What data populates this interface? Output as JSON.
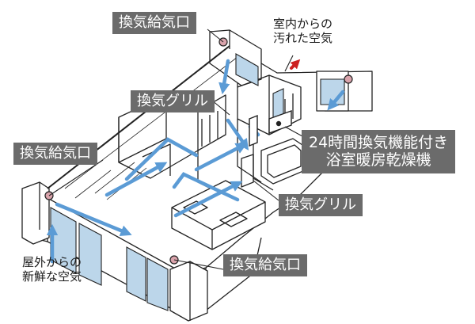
{
  "labels": {
    "intake_top": "換気給気口",
    "intake_left": "換気給気口",
    "intake_bottom": "換気給気口",
    "grill_center": "換気グリル",
    "grill_right": "換気グリル",
    "system_line1": "24時間換気機能付き",
    "system_line2": "浴室暖房乾燥機",
    "indoor_air_line1": "室内からの",
    "indoor_air_line2": "汚れた空気",
    "outdoor_air_line1": "屋外からの",
    "outdoor_air_line2": "新鮮な空気"
  },
  "colors": {
    "airflow_fresh": "#5b9bd5",
    "airflow_exhaust": "#cc1f1f",
    "label_background": "#6b6b6b",
    "label_text": "#ffffff",
    "line_art": "#222222",
    "window_glass": "#bcd6ea",
    "vent_marker": "#d9a3ab"
  },
  "icons": [
    "vent-marker-icon",
    "exhaust-arrow-icon",
    "airflow-arrow-icon"
  ]
}
